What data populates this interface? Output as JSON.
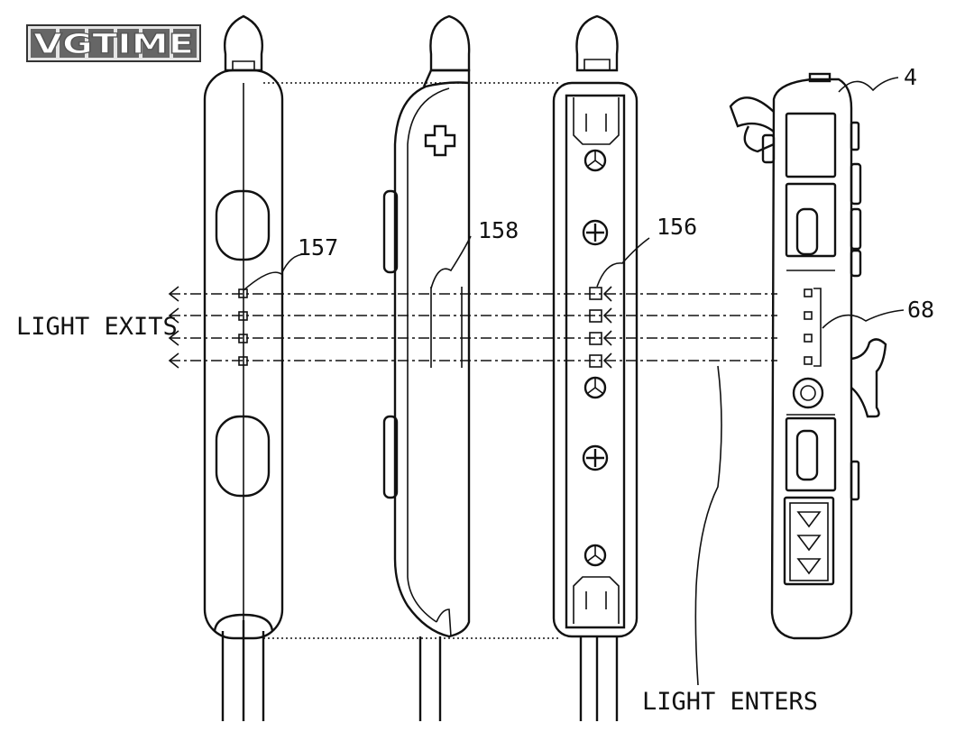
{
  "watermark": {
    "text": "VGTIME"
  },
  "labels": {
    "light_exits": "LIGHT EXITS",
    "light_enters": "LIGHT ENTERS"
  },
  "refs": {
    "r157": "157",
    "r158": "158",
    "r156": "156",
    "r4": "4",
    "r68": "68"
  }
}
